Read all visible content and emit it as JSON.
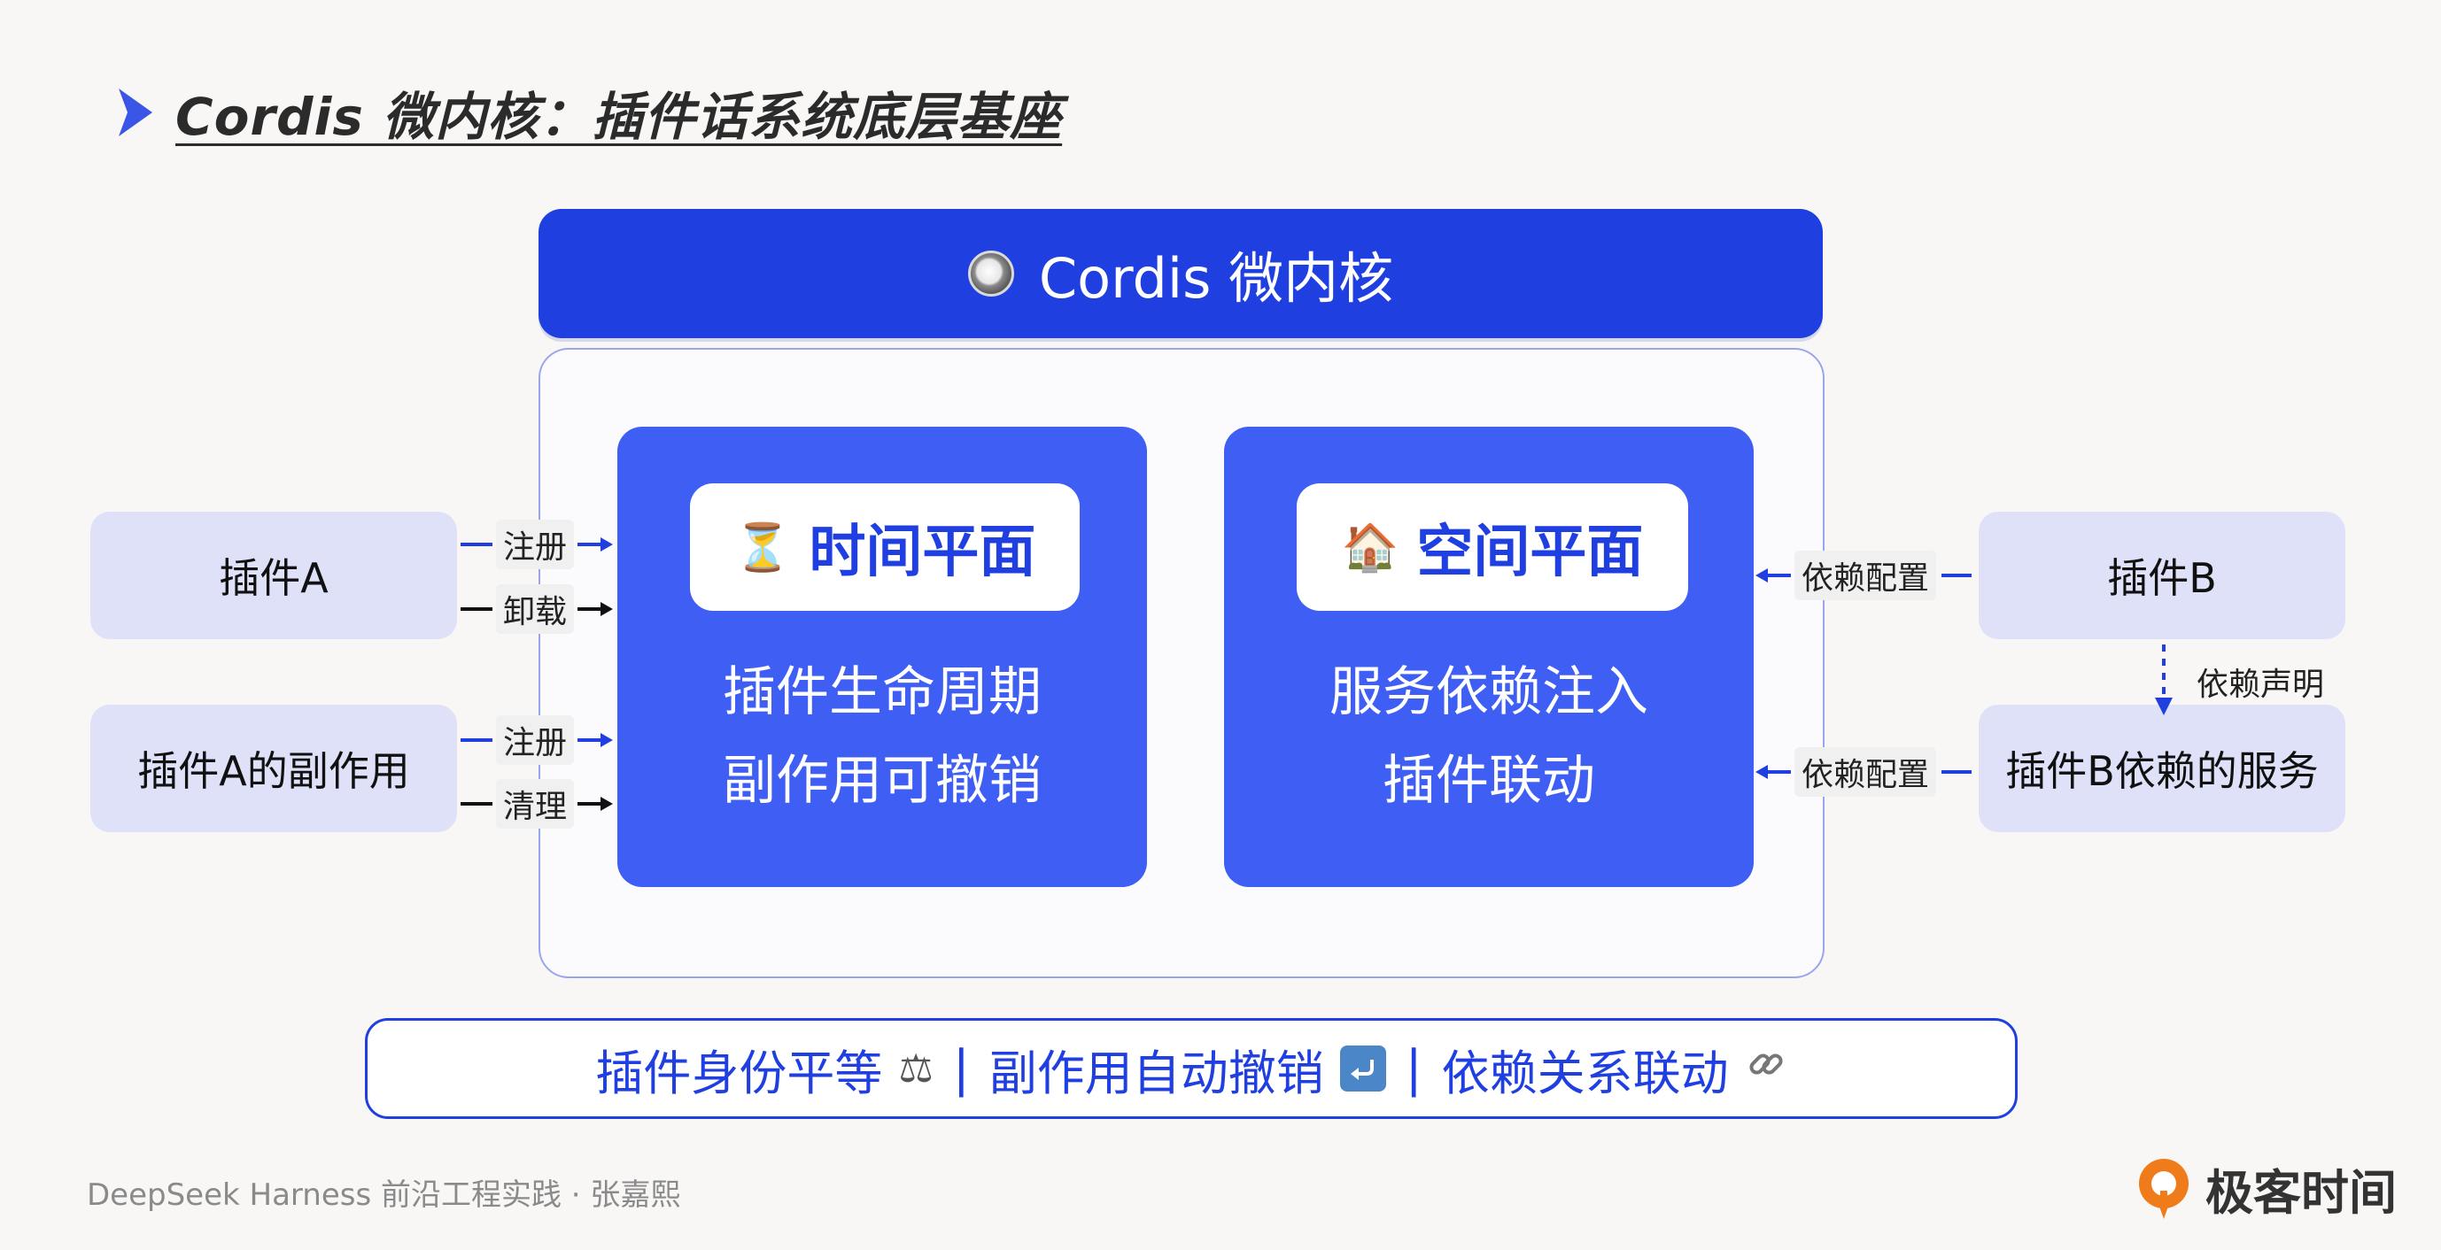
{
  "title": "Cordis 微内核：插件话系统底层基座",
  "kernel": {
    "title": "Cordis 微内核",
    "icon": "radio-button-icon"
  },
  "time_plane": {
    "label": "时间平面",
    "icon": "hourglass-icon",
    "lines": [
      "插件生命周期",
      "副作用可撤销"
    ]
  },
  "space_plane": {
    "label": "空间平面",
    "icon": "house-icon",
    "lines": [
      "服务依赖注入",
      "插件联动"
    ]
  },
  "plugins": {
    "plugin_a": "插件A",
    "plugin_a_side": "插件A的副作用",
    "plugin_b": "插件B",
    "plugin_b_service": "插件B依赖的服务"
  },
  "connectors": {
    "a_register": "注册",
    "a_unload": "卸载",
    "side_register": "注册",
    "side_clean": "清理",
    "b_config": "依赖配置",
    "service_config": "依赖配置",
    "declare": "依赖声明"
  },
  "principles": [
    {
      "text": "插件身份平等",
      "icon": "scales-icon"
    },
    {
      "text": "副作用自动撤销",
      "icon": "undo-icon"
    },
    {
      "text": "依赖关系联动",
      "icon": "link-icon"
    }
  ],
  "footer": {
    "credit": "DeepSeek Harness 前沿工程实践 · 张嘉熙",
    "brand": "极客时间"
  },
  "colors": {
    "primary": "#1f3fe0",
    "plane": "#3f5ef4",
    "plugin_bg": "#dfe1f8",
    "register_arrow": "#1f3fe0",
    "neutral_arrow": "#111111"
  }
}
